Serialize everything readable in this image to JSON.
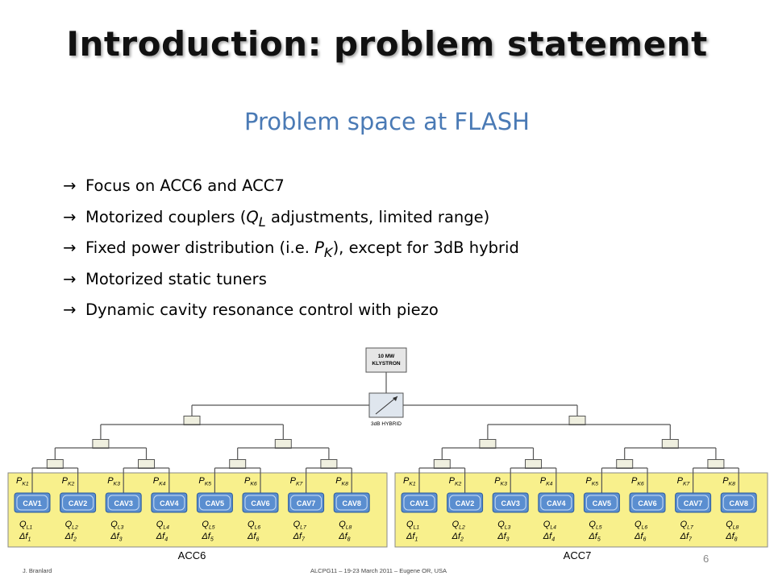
{
  "slide": {
    "title": "Introduction: problem statement",
    "subtitle": "Problem space at FLASH",
    "arrow": "→",
    "bullets": [
      {
        "pre": "Focus on ACC6 and ACC7",
        "sym": "",
        "sub": "",
        "post": ""
      },
      {
        "pre": "Motorized couplers (",
        "sym": "Q",
        "sub": "L",
        "post": " adjustments, limited range)"
      },
      {
        "pre": "Fixed power distribution (i.e. ",
        "sym": "P",
        "sub": "K",
        "post": "), except for 3dB hybrid"
      },
      {
        "pre": "Motorized static tuners",
        "sym": "",
        "sub": "",
        "post": ""
      },
      {
        "pre": "Dynamic cavity resonance control with piezo",
        "sym": "",
        "sub": "",
        "post": ""
      }
    ]
  },
  "diagram": {
    "klystron_line1": "10 MW",
    "klystron_line2": "KLYSTRON",
    "hybrid_label": "3dB HYBRID",
    "modules": [
      {
        "name": "ACC6",
        "cavities": [
          "CAV1",
          "CAV2",
          "CAV3",
          "CAV4",
          "CAV5",
          "CAV6",
          "CAV7",
          "CAV8"
        ]
      },
      {
        "name": "ACC7",
        "cavities": [
          "CAV1",
          "CAV2",
          "CAV3",
          "CAV4",
          "CAV5",
          "CAV6",
          "CAV7",
          "CAV8"
        ]
      }
    ],
    "pk_prefix": "P",
    "pk_sub": "K",
    "ql_prefix": "Q",
    "ql_sub": "L",
    "df_prefix": "Δf",
    "indices": [
      "1",
      "2",
      "3",
      "4",
      "5",
      "6",
      "7",
      "8"
    ],
    "colors": {
      "module_fill": "#f8f08c",
      "cavity_fill": "#5a8ed0",
      "cavity_text": "#ffffff",
      "box_fill": "#efefdf",
      "line": "#555555",
      "klystron_fill": "#e6e6e6"
    }
  },
  "footer": {
    "author": "J. Branlard",
    "event": "ALCPG11 – 19-23 March 2011 – Eugene OR, USA",
    "page": "6"
  }
}
